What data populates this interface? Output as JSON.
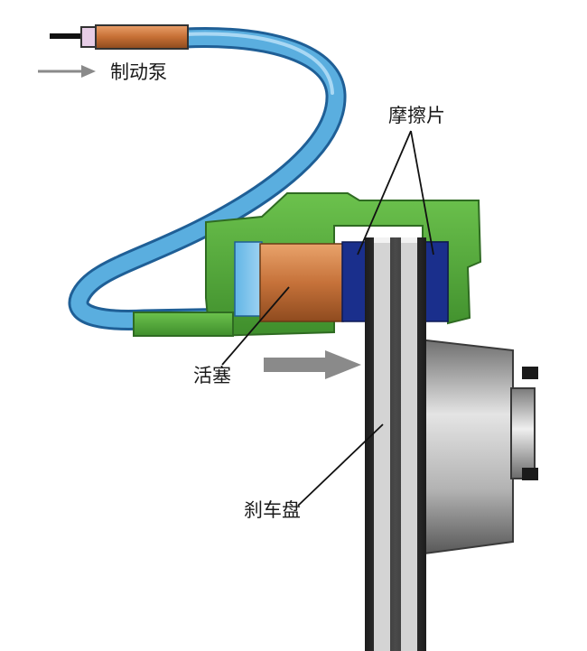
{
  "labels": {
    "brake_pump": "制动泵",
    "friction_pads": "摩擦片",
    "piston": "活塞",
    "brake_disc": "刹车盘"
  },
  "colors": {
    "hose": "#5aaedf",
    "hose_outline": "#1f5f96",
    "caliper": "#58ad3c",
    "caliper_outline": "#2f6b22",
    "piston": "#d58a4f",
    "pad": "#1a2f8c",
    "disc_dark": "#2c2c2c",
    "disc_light": "#d4d4d4",
    "hub": "#bcbcbc",
    "arrow": "#8a8a8a"
  },
  "icons": {
    "push_arrow_small": "arrow-right-icon",
    "push_arrow_large": "arrow-right-icon"
  }
}
